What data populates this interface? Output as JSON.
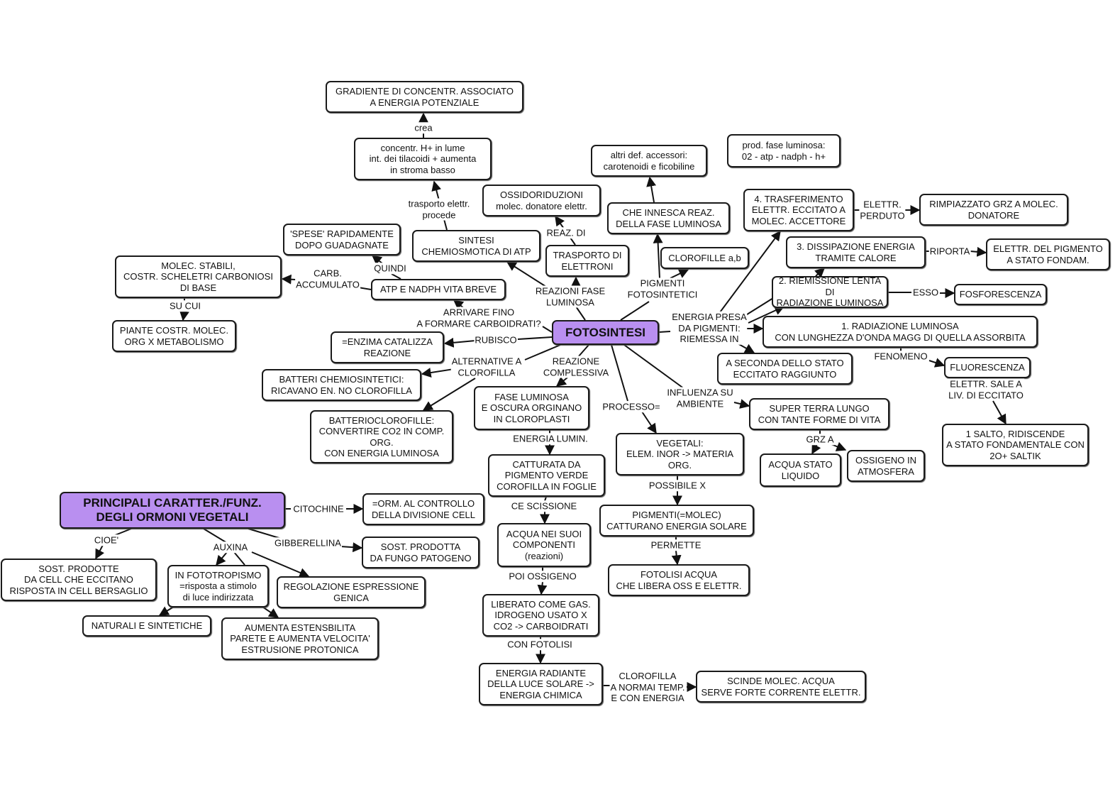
{
  "nodes": {
    "gradiente": "GRADIENTE DI CONCENTR. ASSOCIATO\nA ENERGIA POTENZIALE",
    "concentr": "concentr. H+ in lume\nint. dei tilacoidi + aumenta\nin stroma basso",
    "altri_def": "altri def. accessori:\ncarotenoidi e ficobiline",
    "prod_fase": "prod. fase luminosa:\n02 - atp - nadph - h+",
    "ossidoriduzioni": "OSSIDORIDUZIONI\nmolec. donatore elettr.",
    "che_innesca": "CHE INNESCA REAZ.\nDELLA FASE LUMINOSA",
    "trasferimento": "4. TRASFERIMENTO\nELETTR. ECCITATO A\nMOLEC. ACCETTORE",
    "rimpiazzato": "RIMPIAZZATO GRZ A MOLEC.\nDONATORE",
    "spese": "'SPESE' RAPIDAMENTE\nDOPO GUADAGNATE",
    "sintesi": "SINTESI\nCHEMIOSMOTICA DI ATP",
    "trasporto": "TRASPORTO DI\nELETTRONI",
    "clorofille": "CLOROFILLE a,b",
    "dissipazione": "3. DISSIPAZIONE ENERGIA\nTRAMITE CALORE",
    "elettr_pigmento": "ELETTR. DEL PIGMENTO\nA STATO FONDAM.",
    "molec_stabili": "MOLEC. STABILI,\nCOSTR. SCHELETRI CARBONIOSI\nDI BASE",
    "atp_nadph": "ATP E NADPH VITA BREVE",
    "riemissione": "2. RIEMISSIONE LENTA DI\nRADIAZIONE LUMINOSA",
    "fosforescenza": "FOSFORESCENZA",
    "piante": "PIANTE COSTR. MOLEC.\nORG X METABOLISMO",
    "fotosintesi": "FOTOSINTESI",
    "enzima": "=ENZIMA CATALIZZA\nREAZIONE",
    "radiazione": "1. RADIAZIONE LUMINOSA\nCON LUNGHEZZA D'ONDA MAGG DI QUELLA ASSORBITA",
    "a_seconda": "A SECONDA DELLO STATO\nECCITATO RAGGIUNTO",
    "fluorescenza": "FLUORESCENZA",
    "batteri_chemio": "BATTERI CHEMIOSINTETICI:\nRICAVANO EN. NO CLOROFILLA",
    "fase_luminosa": "FASE LUMINOSA\nE OSCURA ORGINANO\nIN CLOROPLASTI",
    "super_terra": "SUPER TERRA LUNGO\nCON TANTE FORME DI VITA",
    "batterioclorofille": "BATTERIOCLOROFILLE:\nCONVERTIRE CO2 IN COMP.\nORG.\nCON ENERGIA LUMINOSA",
    "salto": "1 SALTO, RIDISCENDE\nA STATO FONDAMENTALE CON\n2O+ SALTIK",
    "vegetali": "VEGETALI:\nELEM. INOR -> MATERIA\nORG.",
    "catturata": "CATTURATA DA\nPIGMENTO VERDE\nCOROFILLA IN FOGLIE",
    "acqua_stato": "ACQUA STATO\nLIQUIDO",
    "ossigeno": "OSSIGENO IN\nATMOSFERA",
    "principali": "PRINCIPALI CARATTER./FUNZ.\nDEGLI ORMONI VEGETALI",
    "orm_controllo": "=ORM. AL CONTROLLO\nDELLA DIVISIONE CELL",
    "pigmenti_molec": "PIGMENTI(=MOLEC)\nCATTURANO ENERGIA SOLARE",
    "acqua_suoi": "ACQUA NEI SUOI\nCOMPONENTI\n(reazioni)",
    "sost_fungo": "SOST. PRODOTTA\nDA FUNGO PATOGENO",
    "sost_prodotte": "SOST. PRODOTTE\nDA CELL CHE ECCITANO\nRISPOSTA IN CELL BERSAGLIO",
    "fototropismo": "IN FOTOTROPISMO\n=risposta a stimolo\ndi luce indirizzata",
    "regolazione": "REGOLAZIONE ESPRESSIONE\nGENICA",
    "fotolisi": "FOTOLISI ACQUA\nCHE LIBERA OSS E ELETTR.",
    "liberato": "LIBERATO COME GAS.\nIDROGENO USATO X\nCO2 -> CARBOIDRATI",
    "naturali": "NATURALI E SINTETICHE",
    "aumenta": "AUMENTA ESTENSBILITA\nPARETE E AUMENTA VELOCITA'\nESTRUSIONE PROTONICA",
    "energia_radiante": "ENERGIA RADIANTE\nDELLA LUCE SOLARE ->\nENERGIA CHIMICA",
    "scinde": "SCINDE MOLEC. ACQUA\nSERVE FORTE CORRENTE ELETTR."
  },
  "labels": {
    "crea": "crea",
    "trasporto_elettr": "trasporto elettr.\nprocede",
    "reaz_di": "REAZ. DI",
    "quindi": "QUINDI",
    "carb": "CARB.\nACCUMULATO",
    "su_cui": "SU CUI",
    "reazioni_fase": "REAZIONI FASE\nLUMINOSA",
    "pigmenti": "PIGMENTI\nFOTOSINTETICI",
    "arrivare": "ARRIVARE FINO\nA FORMARE CARBOIDRATI?",
    "rubisco": "RUBISCO",
    "energia_presa": "ENERGIA PRESA\nDA PIGMENTI:\nRIEMESSA IN",
    "elettr_perduto": "ELETTR.\nPERDUTO",
    "riporta": "RIPORTA",
    "esso": "ESSO",
    "fenomeno": "FENOMENO",
    "elettr_sale": "ELETTR. SALE A\nLIV. DI ECCITATO",
    "alternative": "ALTERNATIVE A\nCLOROFILLA",
    "reazione_complessiva": "REAZIONE\nCOMPLESSIVA",
    "influenza": "INFLUENZA SU\nAMBIENTE",
    "processo": "PROCESSO=",
    "grz_a": "GRZ A",
    "energia_lumin": "ENERGIA LUMIN.",
    "possibile_x": "POSSIBILE X",
    "ce_scissione": "CE SCISSIONE",
    "citochine": "CITOCHINE",
    "cioe": "CIOE'",
    "auxina": "AUXINA",
    "gibberellina": "GIBBERELLINA",
    "permette": "PERMETTE",
    "poi_ossigeno": "POI OSSIGENO",
    "con_fotolisi": "CON FOTOLISI",
    "clorofilla_temp": "CLOROFILLA\nA NORMAI TEMP.\nE CON ENERGIA"
  },
  "colors": {
    "main_node": "#b98ff0",
    "border": "#1a1a1a"
  }
}
